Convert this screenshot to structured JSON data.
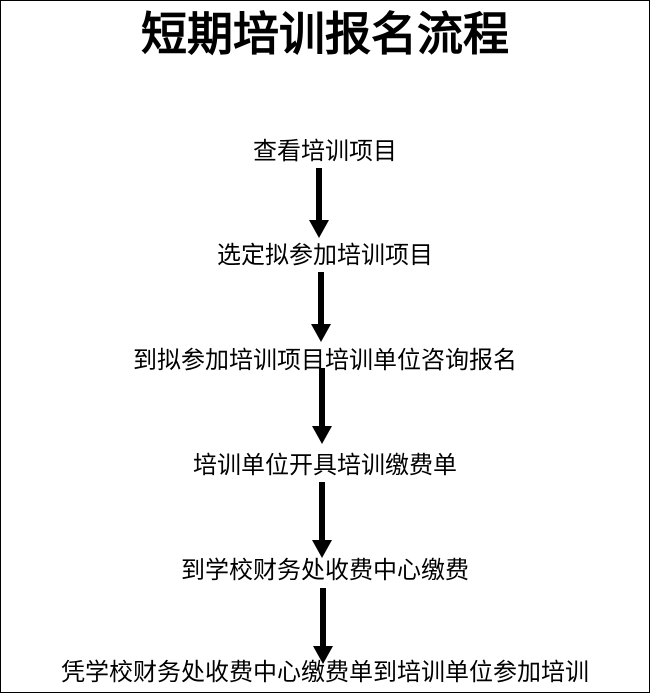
{
  "title": "短期培训报名流程",
  "steps": [
    "查看培训项目",
    "选定拟参加培训项目",
    "到拟参加培训项目培训单位咨询报名",
    "培训单位开具培训缴费单",
    "到学校财务处收费中心缴费",
    "凭学校财务处收费中心缴费单到培训单位参加培训"
  ],
  "colors": {
    "text": "#000000",
    "arrow": "#000000",
    "border": "#000000",
    "background": "#ffffff"
  }
}
